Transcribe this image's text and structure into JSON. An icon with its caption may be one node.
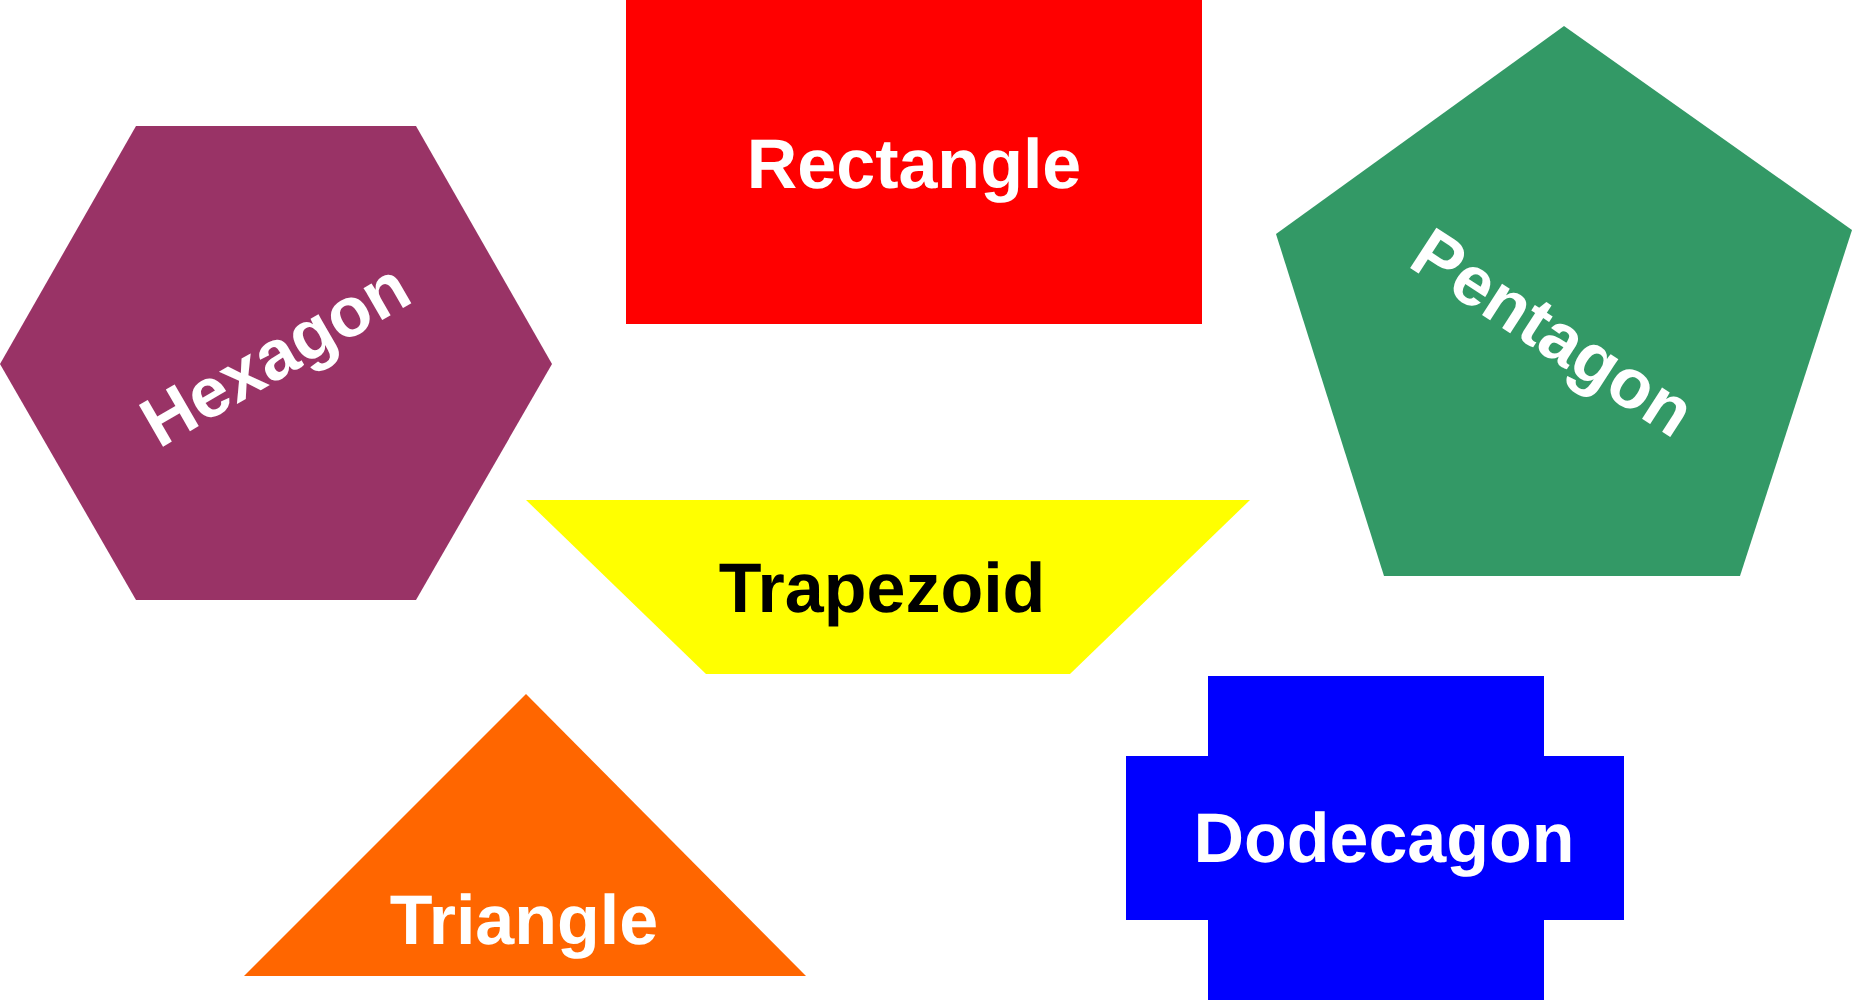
{
  "diagram": {
    "nodes": [
      {
        "text": [
          "Hexagon"
        ]
      },
      {
        "text": [
          "Rectangle"
        ]
      },
      {
        "text": [
          "Pentagon"
        ]
      },
      {
        "text": [
          "Trapezoid"
        ]
      },
      {
        "text": [
          "Triangle"
        ]
      },
      {
        "text": [
          "Dodecagon"
        ]
      }
    ]
  }
}
